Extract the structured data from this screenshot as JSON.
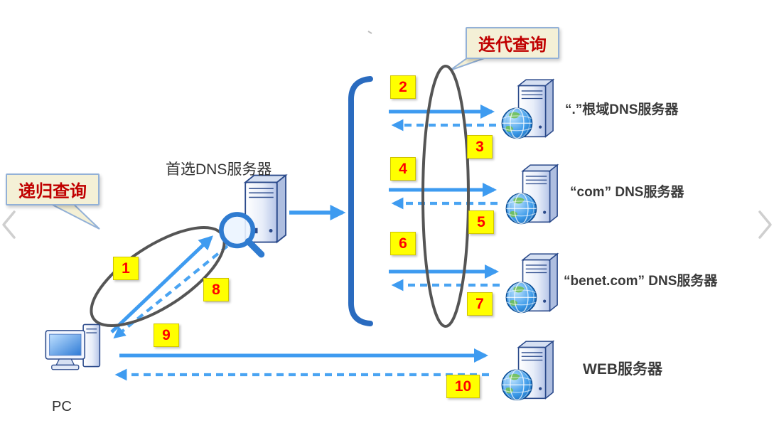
{
  "callouts": {
    "iterative": "迭代查询",
    "recursive": "递归查询"
  },
  "labels": {
    "preferred_dns": "首选DNS服务器",
    "root_dns": "“.”根域DNS服务器",
    "com_dns": "“com” DNS服务器",
    "benet_dns": "“benet.com” DNS服务器",
    "web_server": "WEB服务器",
    "pc": "PC"
  },
  "steps": [
    "1",
    "2",
    "3",
    "4",
    "5",
    "6",
    "7",
    "8",
    "9",
    "10"
  ],
  "colors": {
    "arrow": "#3E9BF0",
    "bracket": "#2A6BBF",
    "oval": "#555555",
    "step_bg": "#FFFF00",
    "step_text": "#FF0000",
    "callout_bg": "#F4F0D6",
    "callout_border": "#93B1D7",
    "callout_text": "#C00000"
  }
}
